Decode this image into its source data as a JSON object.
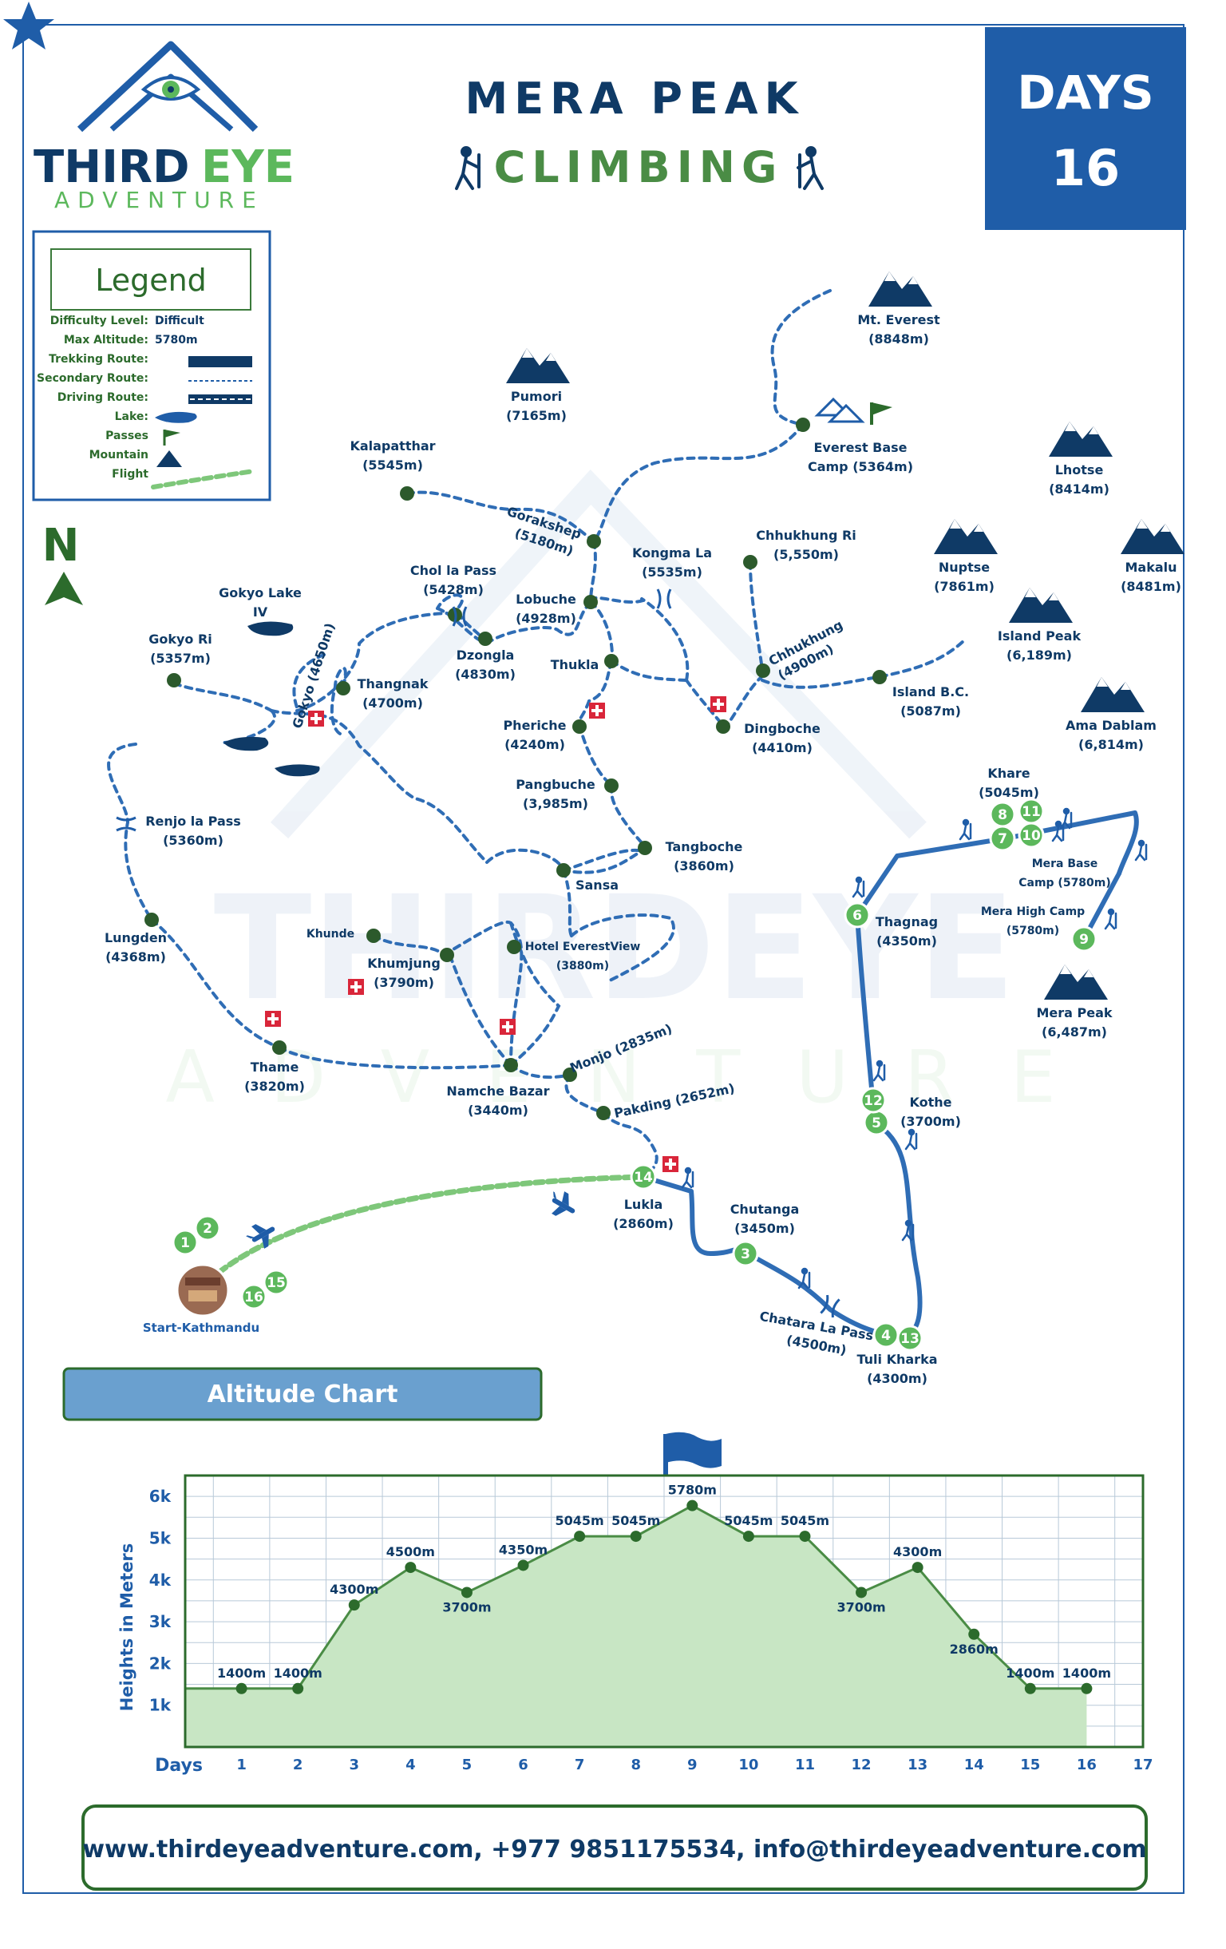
{
  "brand": {
    "name_part1": "THIRD",
    "name_part2": "EYE",
    "tagline": "ADVENTURE"
  },
  "header": {
    "title_line1": "MERA PEAK",
    "title_line2": "CLIMBING",
    "days_label": "DAYS",
    "days_value": "16"
  },
  "legend": {
    "title": "Legend",
    "rows": [
      {
        "label": "Difficulty Level:",
        "value": "Difficult"
      },
      {
        "label": "Max Altitude:",
        "value": "5780m"
      },
      {
        "label": "Trekking Route:",
        "value": ""
      },
      {
        "label": "Secondary Route:",
        "value": ""
      },
      {
        "label": "Driving Route:",
        "value": ""
      },
      {
        "label": "Lake:",
        "value": ""
      },
      {
        "label": "Passes",
        "value": ""
      },
      {
        "label": "Mountain",
        "value": ""
      },
      {
        "label": "Flight",
        "value": ""
      }
    ]
  },
  "compass": {
    "label": "N"
  },
  "mountains": [
    {
      "name": "Mt. Everest",
      "alt": "(8848m)"
    },
    {
      "name": "Pumori",
      "alt": "(7165m)"
    },
    {
      "name": "Lhotse",
      "alt": "(8414m)"
    },
    {
      "name": "Nuptse",
      "alt": "(7861m)"
    },
    {
      "name": "Makalu",
      "alt": "(8481m)"
    },
    {
      "name": "Island Peak",
      "alt": "(6,189m)"
    },
    {
      "name": "Ama Dablam",
      "alt": "(6,814m)"
    },
    {
      "name": "Mera Peak",
      "alt": "(6,487m)"
    }
  ],
  "places": [
    {
      "name": "Everest Base",
      "alt": "Camp (5364m)"
    },
    {
      "name": "Kalapatthar",
      "alt": "(5545m)"
    },
    {
      "name": "Gorakshep",
      "alt": "(5180m)"
    },
    {
      "name": "Kongma La",
      "alt": "(5535m)"
    },
    {
      "name": "Chhukhung Ri",
      "alt": "(5,550m)"
    },
    {
      "name": "Chol la Pass",
      "alt": "(5428m)"
    },
    {
      "name": "Lobuche",
      "alt": "(4928m)"
    },
    {
      "name": "Gokyo Lake",
      "alt": "IV"
    },
    {
      "name": "Gokyo Ri",
      "alt": "(5357m)"
    },
    {
      "name": "Gokyo (4650m)",
      "alt": ""
    },
    {
      "name": "Dzongla",
      "alt": "(4830m)"
    },
    {
      "name": "Thukla",
      "alt": ""
    },
    {
      "name": "Chhukhung",
      "alt": "(4900m)"
    },
    {
      "name": "Island B.C.",
      "alt": "(5087m)"
    },
    {
      "name": "Thangnak",
      "alt": "(4700m)"
    },
    {
      "name": "Pheriche",
      "alt": "(4240m)"
    },
    {
      "name": "Dingboche",
      "alt": "(4410m)"
    },
    {
      "name": "Pangbuche",
      "alt": "(3,985m)"
    },
    {
      "name": "Renjo la Pass",
      "alt": "(5360m)"
    },
    {
      "name": "Tangboche",
      "alt": "(3860m)"
    },
    {
      "name": "Sansa",
      "alt": ""
    },
    {
      "name": "Khare",
      "alt": "(5045m)"
    },
    {
      "name": "Mera Base",
      "alt": "Camp (5780m)"
    },
    {
      "name": "Thagnag",
      "alt": "(4350m)"
    },
    {
      "name": "Mera High Camp",
      "alt": "(5780m)"
    },
    {
      "name": "Lungden",
      "alt": "(4368m)"
    },
    {
      "name": "Khunde",
      "alt": ""
    },
    {
      "name": "Hotel EverestView",
      "alt": "(3880m)"
    },
    {
      "name": "Khumjung",
      "alt": "(3790m)"
    },
    {
      "name": "Thame",
      "alt": "(3820m)"
    },
    {
      "name": "Namche Bazar",
      "alt": "(3440m)"
    },
    {
      "name": "Monjo (2835m)",
      "alt": ""
    },
    {
      "name": "Pakding (2652m)",
      "alt": ""
    },
    {
      "name": "Kothe",
      "alt": "(3700m)"
    },
    {
      "name": "Lukla",
      "alt": "(2860m)"
    },
    {
      "name": "Chutanga",
      "alt": "(3450m)"
    },
    {
      "name": "Chatara La Pass",
      "alt": "(4500m)"
    },
    {
      "name": "Tuli Kharka",
      "alt": "(4300m)"
    },
    {
      "name": "Start-Kathmandu",
      "alt": ""
    }
  ],
  "day_markers": [
    "1",
    "2",
    "3",
    "4",
    "5",
    "6",
    "7",
    "8",
    "9",
    "10",
    "11",
    "12",
    "13",
    "14",
    "15",
    "16"
  ],
  "altitude_chart_title": "Altitude Chart",
  "chart_data": {
    "type": "area",
    "ylabel": "Heights in Meters",
    "xlabel": "Days",
    "x": [
      0,
      1,
      2,
      3,
      4,
      5,
      6,
      7,
      8,
      9,
      10,
      11,
      12,
      13,
      14,
      15,
      16
    ],
    "values": [
      1400,
      1400,
      1400,
      3400,
      4300,
      3700,
      4350,
      5045,
      5045,
      5780,
      5045,
      5045,
      3700,
      4300,
      2700,
      1400,
      1400
    ],
    "point_labels": [
      "",
      "1400m",
      "1400m",
      "4300m",
      "4500m",
      "3700m",
      "4350m",
      "5045m",
      "5045m",
      "5780m",
      "5045m",
      "5045m",
      "3700m",
      "4300m",
      "2860m",
      "1400m",
      "1400m"
    ],
    "x_ticks": [
      "1",
      "2",
      "3",
      "4",
      "5",
      "6",
      "7",
      "8",
      "9",
      "10",
      "11",
      "12",
      "13",
      "14",
      "15",
      "16",
      "17"
    ],
    "y_ticks": [
      "1k",
      "2k",
      "3k",
      "4k",
      "5k",
      "6k"
    ],
    "ylim": [
      0,
      6500
    ],
    "xlim": [
      0,
      17
    ],
    "grid": true,
    "colors": {
      "fill": "#c8e6c4",
      "line": "#4a8c45",
      "marker": "#2c6b2c",
      "frame": "#2c6b2c",
      "grid": "#b8c9d8"
    }
  },
  "footer": {
    "contact": "www.thirdeyeadventure.com, +977 9851175534, info@thirdeyeadventure.com"
  },
  "colors": {
    "navy": "#0f3a66",
    "blue": "#1f5da8",
    "route_blue": "#2f6db5",
    "green": "#5cb85c",
    "dark_green": "#2c6b2c",
    "red": "#d9263a"
  }
}
